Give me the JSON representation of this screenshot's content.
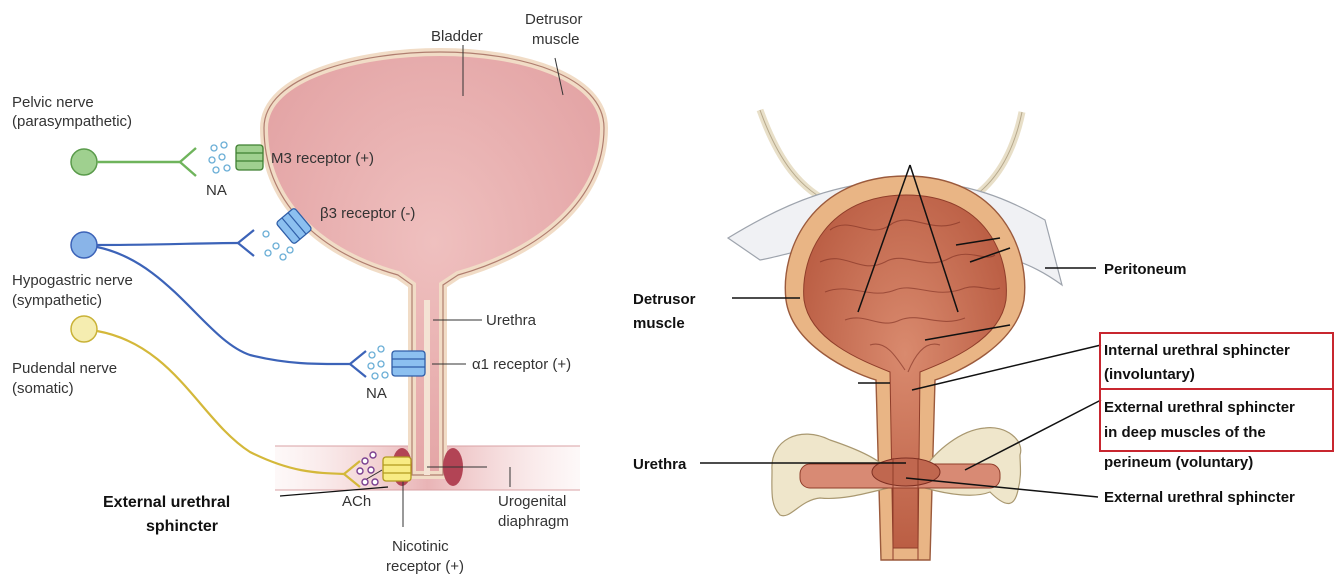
{
  "left": {
    "bladder": "Bladder",
    "detrusor_1": "Detrusor",
    "detrusor_2": "muscle",
    "pelvic_nerve_1": "Pelvic nerve",
    "pelvic_nerve_2": "(parasympathetic)",
    "m3": "M3 receptor (+)",
    "na_top": "NA",
    "beta3": "β3 receptor (-)",
    "hypogastric_1": "Hypogastric nerve",
    "hypogastric_2": "(sympathetic)",
    "urethra": "Urethra",
    "alpha1": "α1 receptor (+)",
    "na_bottom": "NA",
    "pudendal_1": "Pudendal nerve",
    "pudendal_2": "(somatic)",
    "ext_sph_1": "External urethral",
    "ext_sph_2": "sphincter",
    "ach": "ACh",
    "nicotinic_1": "Nicotinic",
    "nicotinic_2": "receptor (+)",
    "urogenital_1": "Urogenital",
    "urogenital_2": "diaphragm",
    "colors": {
      "parasympathetic": "#6fb45c",
      "sympathetic": "#3c63b8",
      "somatic": "#d4b83a",
      "bladder_fill": "#eab3b3",
      "bladder_wall": "#f3dcc8",
      "cholinergic": "#7a3f8f"
    }
  },
  "right": {
    "peritoneum": "Peritoneum",
    "detrusor_1": "Detrusor",
    "detrusor_2": "muscle",
    "internal_1": "Internal urethral sphincter",
    "internal_2": "(involuntary)",
    "external_deep_1": "External urethral sphincter",
    "external_deep_2": "in deep muscles of the",
    "external_deep_3": "perineum (voluntary)",
    "urethra": "Urethra",
    "external": "External urethral sphincter",
    "highlight_color": "#c8262f"
  }
}
